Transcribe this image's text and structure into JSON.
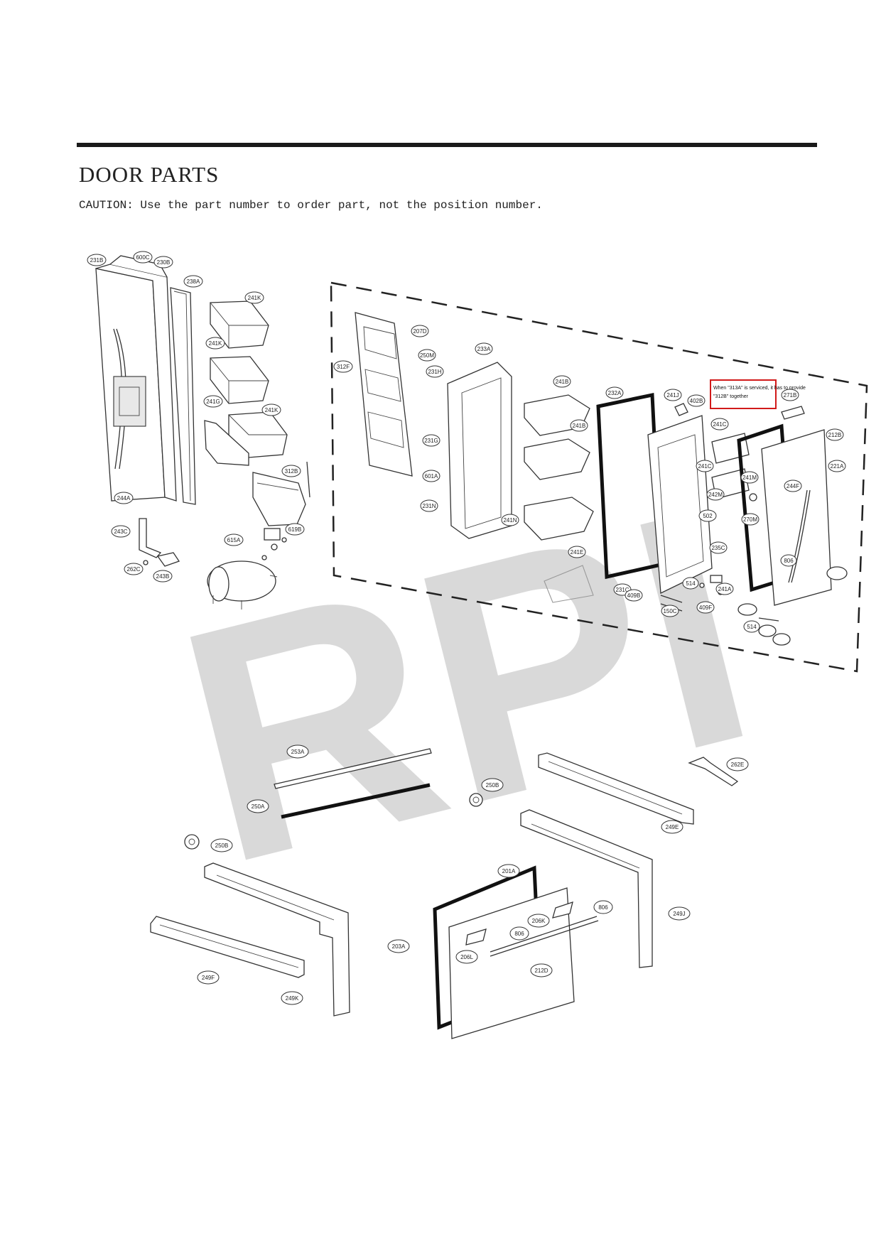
{
  "page": {
    "title": "DOOR PARTS",
    "caution": "CAUTION: Use the part number to order part, not the position number."
  },
  "watermark": "RPI",
  "note": {
    "line1": "When \"313A\" is serviced, it has to provide",
    "line2": "\"312B\" together",
    "border_color": "#d11a1a"
  },
  "labels": {
    "l231B": "231B",
    "l600C": "600C",
    "l230B": "230B",
    "l238A": "238A",
    "l241K_1": "241K",
    "l241K_2": "241K",
    "l241K_3": "241K",
    "l241G": "241G",
    "l312B": "312B",
    "l244A": "244A",
    "l243C": "243C",
    "l262C": "262C",
    "l243B": "243B",
    "l615A": "615A",
    "l619B": "619B",
    "l312F": "312F",
    "l207D": "207D",
    "l250M": "250M",
    "l231H": "231H",
    "l231G": "231G",
    "l601A": "601A",
    "l231N": "231N",
    "l233A": "233A",
    "l241B_1": "241B",
    "l241B_2": "241B",
    "l241N": "241N",
    "l241E": "241E",
    "l232A": "232A",
    "l241J": "241J",
    "l402B": "402B",
    "l271B": "271B",
    "l212B": "212B",
    "l241C_1": "241C",
    "l241C_2": "241C",
    "l241M": "241M",
    "l242M": "242M",
    "l502": "502",
    "l270M": "270M",
    "l221A": "221A",
    "l244F": "244F",
    "l235C": "235C",
    "l806_top": "806",
    "l514_1": "514",
    "l514_2": "514",
    "l231C": "231C",
    "l409B": "409B",
    "l150C": "150C",
    "l409F": "409F",
    "l241A": "241A",
    "l253A": "253A",
    "l250A": "250A",
    "l250B_1": "250B",
    "l250B_2": "250B",
    "l262E": "262E",
    "l249E": "249E",
    "l201A": "201A",
    "l249J": "249J",
    "l806_1": "806",
    "l806_2": "806",
    "l206K": "206K",
    "l203A": "203A",
    "l206L": "206L",
    "l212D": "212D",
    "l249F": "249F",
    "l249K": "249K"
  }
}
